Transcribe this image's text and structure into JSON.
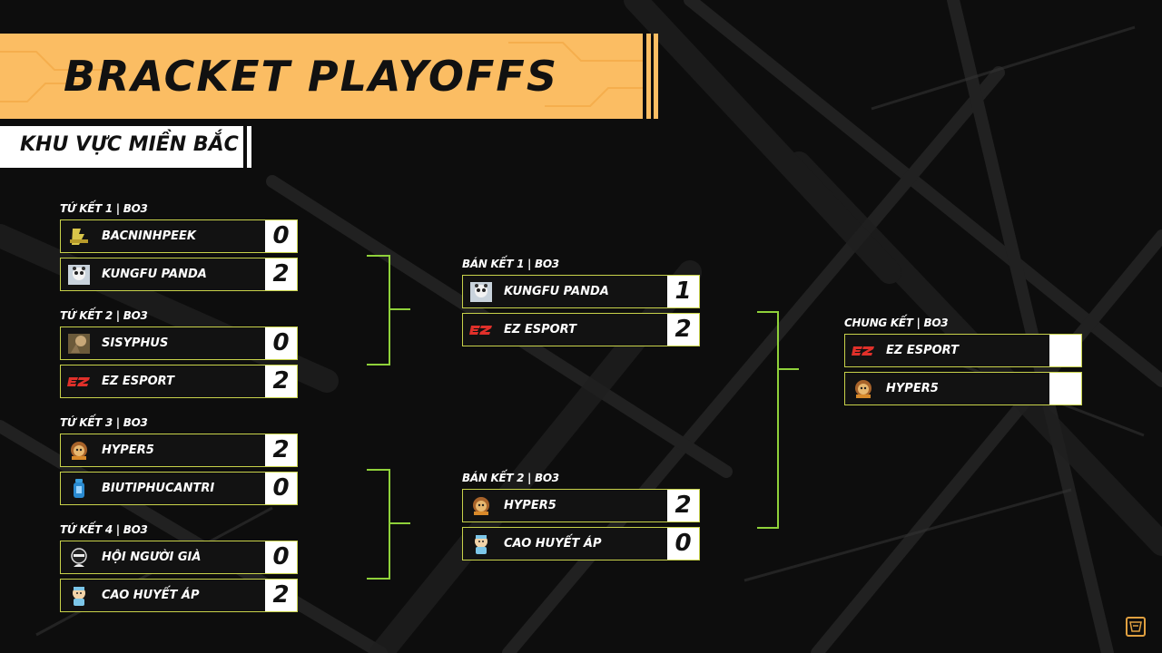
{
  "title": "BRACKET PLAYOFFS",
  "region": "KHU VỰC MIỀN BẮC",
  "colors": {
    "accent": "#fbbd63",
    "border": "#c8d24a",
    "connector": "#8fd13a"
  },
  "quarterfinals": [
    {
      "label": "TỨ KẾT 1 | BO3",
      "teams": [
        {
          "name": "BACNINHPEEK",
          "score": "0",
          "icon": "bacninhpeek-logo-icon"
        },
        {
          "name": "KUNGFU PANDA",
          "score": "2",
          "icon": "kungfu-panda-logo-icon"
        }
      ]
    },
    {
      "label": "TỨ KẾT 2 | BO3",
      "teams": [
        {
          "name": "SISYPHUS",
          "score": "0",
          "icon": "sisyphus-logo-icon"
        },
        {
          "name": "EZ ESPORT",
          "score": "2",
          "icon": "ez-esport-logo-icon"
        }
      ]
    },
    {
      "label": "TỨ KẾT 3 | BO3",
      "teams": [
        {
          "name": "HYPER5",
          "score": "2",
          "icon": "hyper5-logo-icon"
        },
        {
          "name": "BIUTIPHUCANTRI",
          "score": "0",
          "icon": "biutiphucantri-logo-icon"
        }
      ]
    },
    {
      "label": "TỨ KẾT 4 | BO3",
      "teams": [
        {
          "name": "HỘI NGƯỜI GIÀ",
          "score": "0",
          "icon": "hoi-nguoi-gia-logo-icon"
        },
        {
          "name": "CAO HUYẾT ÁP",
          "score": "2",
          "icon": "cao-huyet-ap-logo-icon"
        }
      ]
    }
  ],
  "semifinals": [
    {
      "label": "BÁN KẾT 1 | BO3",
      "teams": [
        {
          "name": "KUNGFU PANDA",
          "score": "1",
          "icon": "kungfu-panda-logo-icon"
        },
        {
          "name": "EZ ESPORT",
          "score": "2",
          "icon": "ez-esport-logo-icon"
        }
      ]
    },
    {
      "label": "BÁN KẾT 2 | BO3",
      "teams": [
        {
          "name": "HYPER5",
          "score": "2",
          "icon": "hyper5-logo-icon"
        },
        {
          "name": "CAO HUYẾT ÁP",
          "score": "0",
          "icon": "cao-huyet-ap-logo-icon"
        }
      ]
    }
  ],
  "final": {
    "label": "CHUNG KẾT | BO3",
    "teams": [
      {
        "name": "EZ ESPORT",
        "score": "",
        "icon": "ez-esport-logo-icon"
      },
      {
        "name": "HYPER5",
        "score": "",
        "icon": "hyper5-logo-icon"
      }
    ]
  }
}
